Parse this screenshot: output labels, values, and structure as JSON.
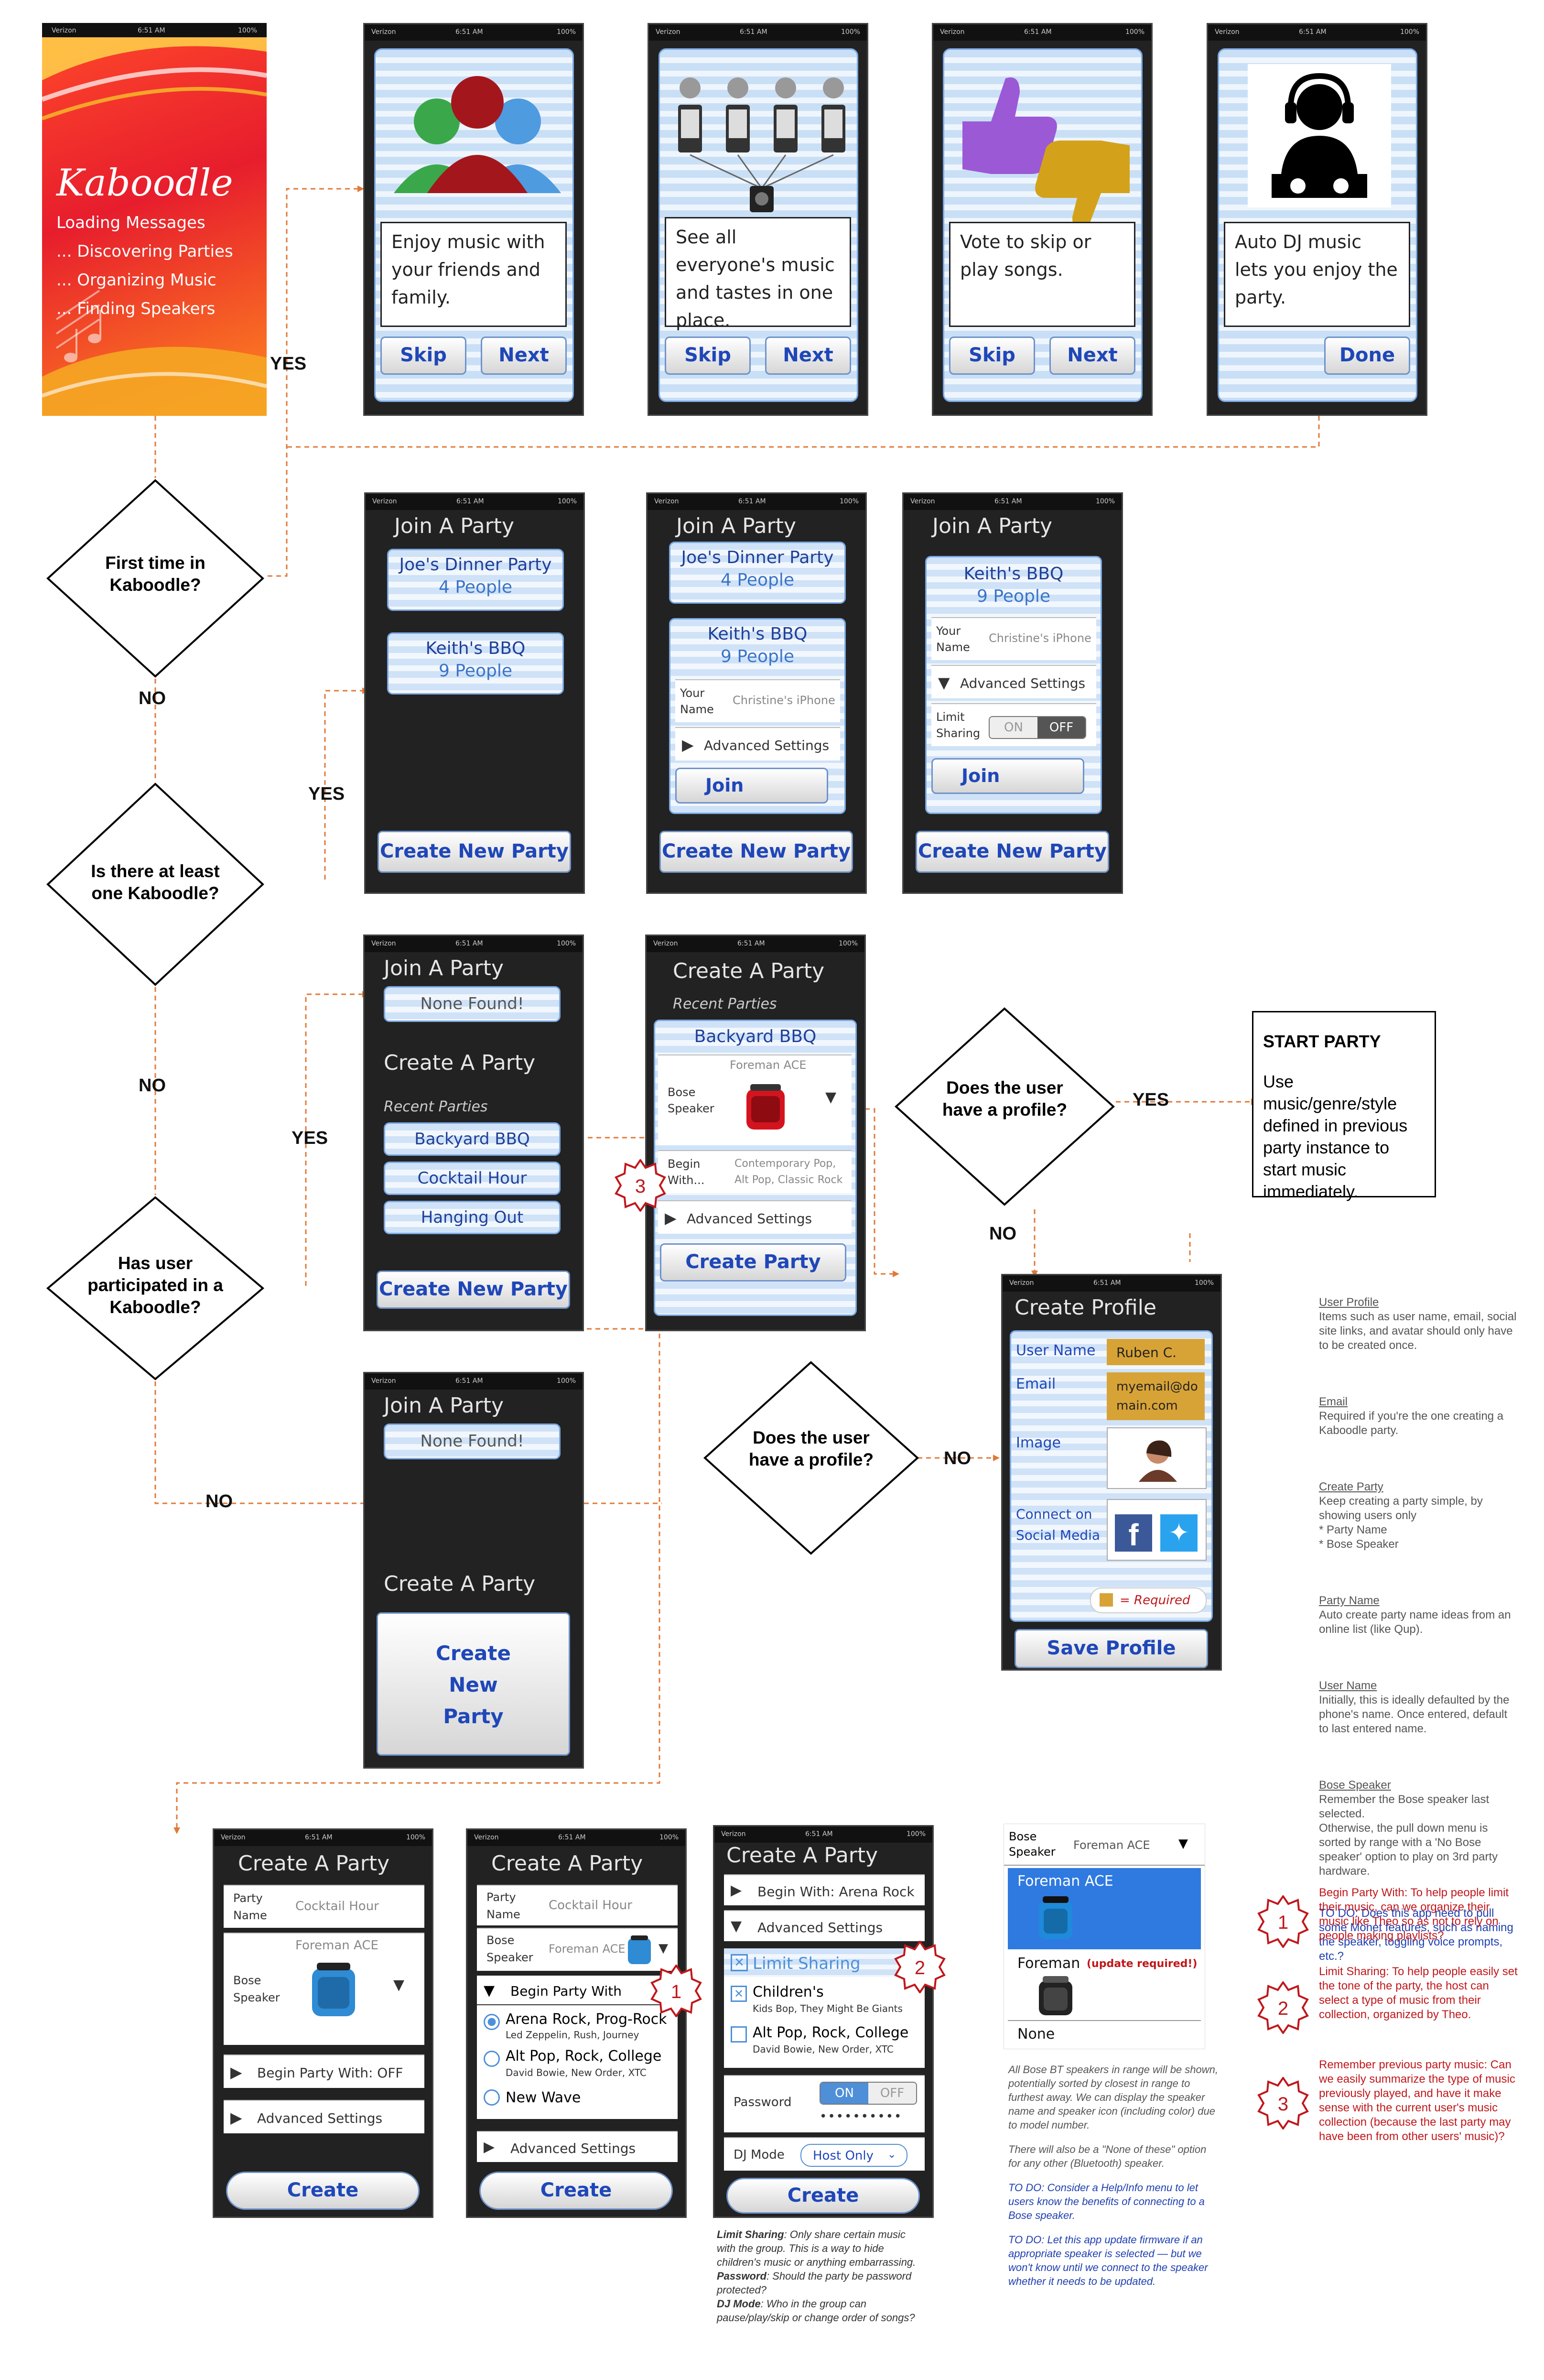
{
  "status_bar": {
    "carrier": "Verizon",
    "time": "6:51 AM",
    "battery": "100%"
  },
  "splash": {
    "logo": "Kaboodle",
    "lines": [
      "Loading Messages",
      "... Discovering Parties",
      "... Organizing Music",
      "... Finding Speakers"
    ]
  },
  "onboarding": [
    {
      "text": "Enjoy music with your friends and family.",
      "left": "Skip",
      "right": "Next"
    },
    {
      "text": "See all everyone's music and tastes in one place.",
      "left": "Skip",
      "right": "Next"
    },
    {
      "text": "Vote to skip or play songs.",
      "left": "Skip",
      "right": "Next"
    },
    {
      "text": "Auto DJ music lets you enjoy the party.",
      "right": "Done"
    }
  ],
  "decisions": {
    "first_time": "First time in Kaboodle?",
    "at_least_one": "Is there at least one Kaboodle?",
    "participated": "Has user participated in a Kaboodle?",
    "profile_a": "Does the user have a profile?",
    "profile_b": "Does the user have a profile?"
  },
  "labels": {
    "yes": "YES",
    "no": "NO"
  },
  "join": {
    "title": "Join A Party",
    "party1": "Joe's Dinner Party",
    "party1_people": "4 People",
    "party2": "Keith's BBQ",
    "party2_people": "9 People",
    "your_name": "Your Name",
    "name_value": "Christine's iPhone",
    "advanced": "Advanced Settings",
    "join_btn": "Join",
    "limit_sharing": "Limit Sharing",
    "on": "ON",
    "off": "OFF",
    "create_new": "Create New Party",
    "none_found": "None Found!"
  },
  "recent": {
    "create_title": "Create A Party",
    "recent_parties": "Recent Parties",
    "items": [
      "Backyard BBQ",
      "Cocktail Hour",
      "Hanging Out"
    ],
    "create_new": "Create New Party"
  },
  "create_recent": {
    "title": "Create A Party",
    "recent": "Recent Parties",
    "party": "Backyard BBQ",
    "speaker_label": "Bose Speaker",
    "speaker": "Foreman ACE",
    "begin_label": "Begin With...",
    "begin_value": "Contemporary Pop, Alt Pop, Classic Rock",
    "advanced": "Advanced Settings",
    "create": "Create Party"
  },
  "none_screen": {
    "join": "Join A Party",
    "none": "None Found!",
    "create_title": "Create A Party",
    "create_btn": [
      "Create",
      "New",
      "Party"
    ]
  },
  "start_party": {
    "title": "START PARTY",
    "body": "Use music/genre/style defined in previous party instance to start music immediately."
  },
  "profile": {
    "title": "Create Profile",
    "user_name": "User Name",
    "user_value": "Ruben C.",
    "email": "Email",
    "email_value": "myemail@domain.com",
    "image": "Image",
    "social": "Connect on Social Media",
    "required": "= Required",
    "save": "Save Profile"
  },
  "notes": [
    {
      "h": "User Profile",
      "b": "Items such as user name, email, social site links, and avatar should only have to be created once."
    },
    {
      "h": "Email",
      "b": "Required if you're the one creating a Kaboodle party."
    },
    {
      "h": "Create Party",
      "b": "Keep creating a party simple, by showing users only\n* Party Name\n* Bose Speaker"
    },
    {
      "h": "Party Name",
      "b": "Auto create party name ideas from an online list (like Qup)."
    },
    {
      "h": "User Name",
      "b": "Initially, this is ideally defaulted by the phone's name. Once entered, default to last entered name."
    },
    {
      "h": "Bose Speaker",
      "b": "Remember the Bose speaker last selected.\nOtherwise, the pull down menu is sorted by range with a 'No Bose speaker' option to play on 3rd party hardware."
    }
  ],
  "todo_right": "TO DO: Does this app need to pull some Monet features, such as naming the speaker, toggling voice prompts, etc.?",
  "red_notes": [
    "Begin Party With: To help people limit their music, can we organize their music like Theo so as not to rely on people making playlists?",
    "Limit Sharing: To help people easily set the tone of the party, the host can select a type of music from their collection, organized by Theo.",
    "Remember previous party music: Can we easily summarize the type of music previously played, and have it make sense with the current user's music collection (because the last party may have been from other users' music)?"
  ],
  "bottom": {
    "create_title": "Create A Party",
    "party_name": "Party Name",
    "party_value": "Cocktail Hour",
    "speaker_label": "Bose Speaker",
    "speaker": "Foreman ACE",
    "begin": "Begin Party With: OFF",
    "advanced": "Advanced Settings",
    "create": "Create",
    "begin_with": "Begin Party With",
    "options": [
      {
        "t": "Arena Rock, Prog-Rock",
        "s": "Led Zeppelin, Rush, Journey"
      },
      {
        "t": "Alt Pop, Rock, College",
        "s": "David Bowie, New Order, XTC"
      },
      {
        "t": "New Wave",
        "s": ""
      }
    ],
    "begin_arena": "Begin With: Arena Rock",
    "limit": "Limit Sharing",
    "children": "Children's",
    "children_sub": "Kids Bop, They Might Be Giants",
    "altpop": "Alt Pop, Rock, College",
    "altpop_sub": "David Bowie, New Order, XTC",
    "password": "Password",
    "password_dots": "••••••••••",
    "dj_mode": "DJ Mode",
    "dj_value": "Host Only"
  },
  "speaker_list": {
    "label": "Bose Speaker",
    "value": "Foreman ACE",
    "item1": "Foreman ACE",
    "item2": "Foreman",
    "item2_note": "(update required!)",
    "item3": "None"
  },
  "speaker_notes": [
    "All Bose BT speakers in range will be shown, potentially sorted by closest in range to furthest away. We can display the speaker name and speaker icon (including color) due to model number.",
    "There will also be a \"None of these\" option for any other (Bluetooth) speaker.",
    "TO DO: Consider a Help/Info menu to let users know the benefits of connecting to a Bose speaker.",
    "TO DO: Let this app update firmware if an appropriate speaker is selected — but we won't know until we connect to the speaker whether it needs to be updated."
  ],
  "bottom_notes": [
    {
      "h": "Limit Sharing",
      "b": ": Only share certain music with the group. This is a way to hide children's music or anything embarrassing."
    },
    {
      "h": "Password",
      "b": ": Should the party be password protected?"
    },
    {
      "h": "DJ Mode",
      "b": ": Who in the group can pause/play/skip or change order of songs?"
    }
  ],
  "badges": [
    "1",
    "2",
    "3"
  ],
  "colors": {
    "phone": "#222222",
    "blue_card": "#cfe2f7",
    "button_text": "#1f47b8",
    "connector": "#e07a3a",
    "red_note": "#c0171b",
    "todo": "#1f3fb0"
  }
}
